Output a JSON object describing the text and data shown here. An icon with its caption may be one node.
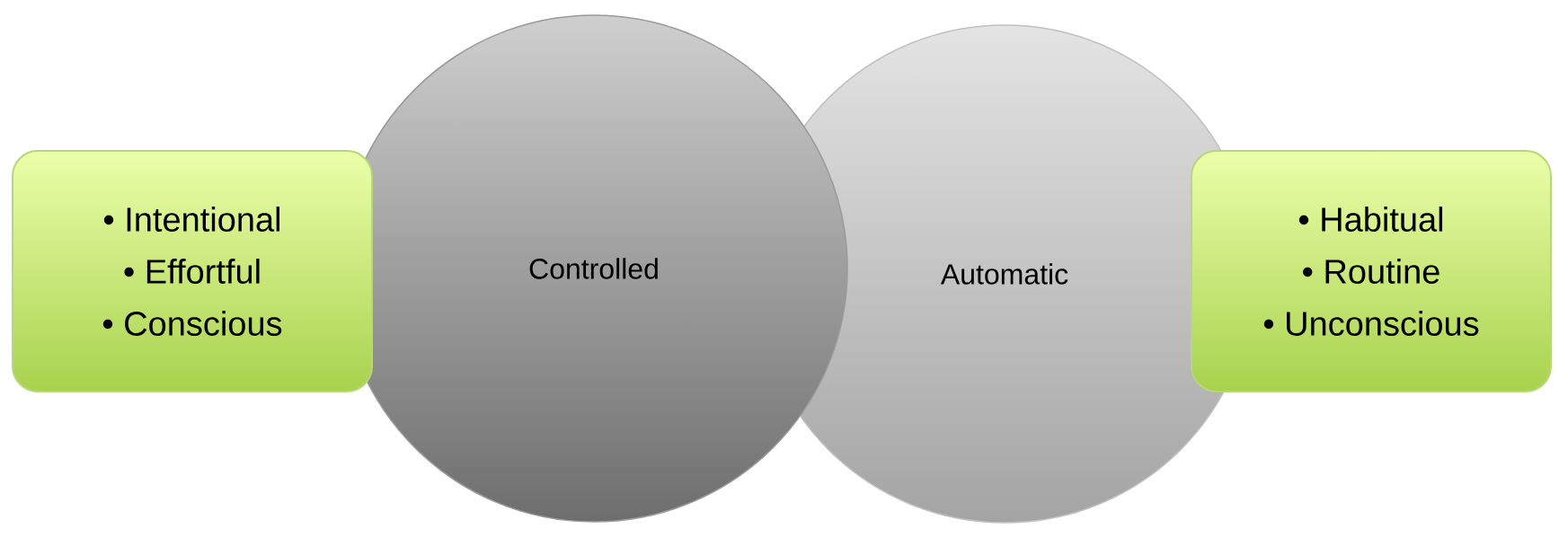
{
  "diagram": {
    "nodes": [
      {
        "text": [
          "• Intentional",
          "• Effortful",
          "• Conscious"
        ]
      },
      {
        "text": [
          "Controlled"
        ]
      },
      {
        "text": [
          "Automatic"
        ]
      },
      {
        "text": [
          "• Habitual",
          "• Routine",
          "• Unconscious"
        ]
      }
    ]
  }
}
